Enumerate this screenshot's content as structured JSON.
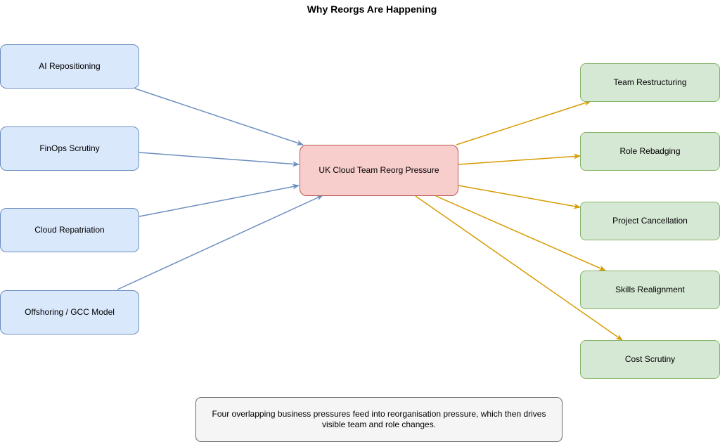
{
  "title": "Why Reorgs Are Happening",
  "colors": {
    "driver_fill": "#dae8fc",
    "driver_stroke": "#6c8ebf",
    "center_fill": "#f8cecc",
    "center_stroke": "#b85450",
    "outcome_fill": "#d5e8d4",
    "outcome_stroke": "#82b366",
    "incoming_arrow": "#6c8ebf",
    "outgoing_arrow": "#d79b00",
    "note_fill": "#f5f5f5",
    "note_stroke": "#666666"
  },
  "drivers": [
    {
      "label": "AI Repositioning"
    },
    {
      "label": "FinOps Scrutiny"
    },
    {
      "label": "Cloud Repatriation"
    },
    {
      "label": "Offshoring / GCC Model"
    }
  ],
  "center": {
    "label": "UK Cloud Team Reorg Pressure"
  },
  "outcomes": [
    {
      "label": "Team Restructuring"
    },
    {
      "label": "Role Rebadging"
    },
    {
      "label": "Project Cancellation"
    },
    {
      "label": "Skills Realignment"
    },
    {
      "label": "Cost Scrutiny"
    }
  ],
  "edges": [
    {
      "from": "drivers.0",
      "to": "center"
    },
    {
      "from": "drivers.1",
      "to": "center"
    },
    {
      "from": "drivers.2",
      "to": "center"
    },
    {
      "from": "drivers.3",
      "to": "center"
    },
    {
      "from": "center",
      "to": "outcomes.0"
    },
    {
      "from": "center",
      "to": "outcomes.1"
    },
    {
      "from": "center",
      "to": "outcomes.2"
    },
    {
      "from": "center",
      "to": "outcomes.3"
    },
    {
      "from": "center",
      "to": "outcomes.4"
    }
  ],
  "note": "Four overlapping business pressures feed into reorganisation pressure, which then drives visible team and role changes."
}
